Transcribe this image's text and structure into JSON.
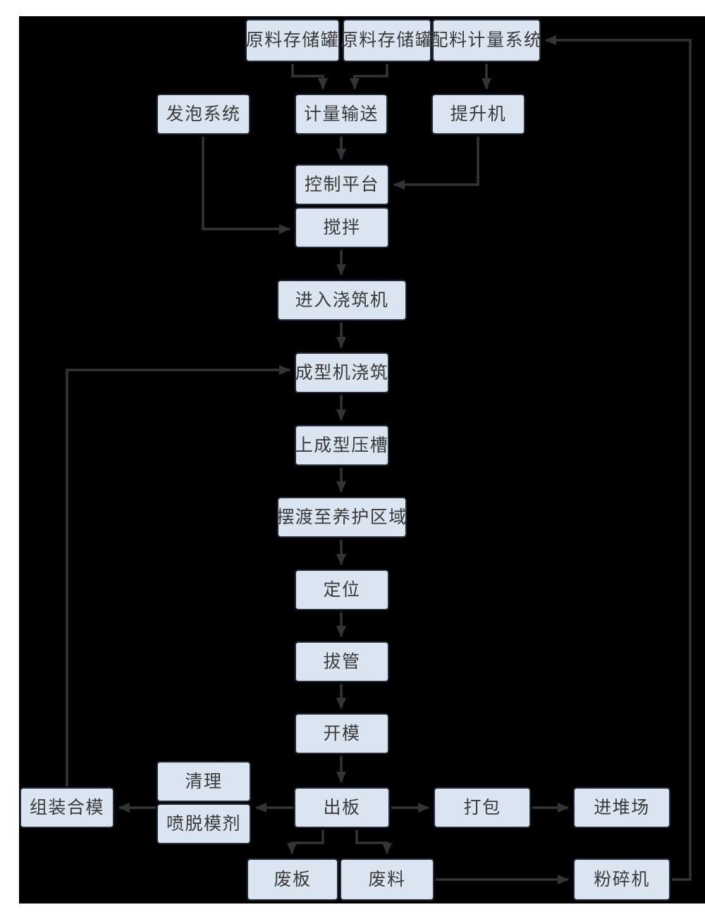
{
  "diagram": {
    "background_color": "#000000",
    "page_color": "#ffffff",
    "node_fill_color": "#dbe5f1",
    "node_border_color": "#242b38",
    "node_text_color": "#3a3a3a",
    "arrow_color": "#323538",
    "nodes": [
      {
        "id": "tank-1",
        "label": "原料存储罐"
      },
      {
        "id": "tank-2",
        "label": "原料存储罐"
      },
      {
        "id": "batching-system",
        "label": "配料计量系统"
      },
      {
        "id": "foaming-system",
        "label": "发泡系统"
      },
      {
        "id": "metering-conveyor",
        "label": "计量输送"
      },
      {
        "id": "hoist",
        "label": "提升机"
      },
      {
        "id": "control-platform",
        "label": "控制平台"
      },
      {
        "id": "mixing",
        "label": "搅拌"
      },
      {
        "id": "enter-pouring-machine",
        "label": "进入浇筑机"
      },
      {
        "id": "forming-machine-pouring",
        "label": "成型机浇筑"
      },
      {
        "id": "forming-press-groove",
        "label": "上成型压槽"
      },
      {
        "id": "ferry-to-curing-area",
        "label": "摆渡至养护区域"
      },
      {
        "id": "positioning",
        "label": "定位"
      },
      {
        "id": "tube-pulling",
        "label": "拔管"
      },
      {
        "id": "mold-opening",
        "label": "开模"
      },
      {
        "id": "cleaning",
        "label": "清理"
      },
      {
        "id": "spray-release-agent",
        "label": "喷脱模剂"
      },
      {
        "id": "assemble-close-mold",
        "label": "组装合模"
      },
      {
        "id": "board-output",
        "label": "出板"
      },
      {
        "id": "packing",
        "label": "打包"
      },
      {
        "id": "stacking-yard",
        "label": "进堆场"
      },
      {
        "id": "waste-board",
        "label": "废板"
      },
      {
        "id": "waste-material",
        "label": "废料"
      },
      {
        "id": "crusher",
        "label": "粉碎机"
      }
    ],
    "edges": [
      {
        "from": "tank-1",
        "to": "metering-conveyor"
      },
      {
        "from": "tank-2",
        "to": "metering-conveyor"
      },
      {
        "from": "batching-system",
        "to": "hoist"
      },
      {
        "from": "metering-conveyor",
        "to": "control-platform"
      },
      {
        "from": "hoist",
        "to": "control-platform"
      },
      {
        "from": "foaming-system",
        "to": "mixing"
      },
      {
        "from": "mixing",
        "to": "enter-pouring-machine"
      },
      {
        "from": "enter-pouring-machine",
        "to": "forming-machine-pouring"
      },
      {
        "from": "forming-machine-pouring",
        "to": "forming-press-groove"
      },
      {
        "from": "forming-press-groove",
        "to": "ferry-to-curing-area"
      },
      {
        "from": "ferry-to-curing-area",
        "to": "positioning"
      },
      {
        "from": "positioning",
        "to": "tube-pulling"
      },
      {
        "from": "tube-pulling",
        "to": "mold-opening"
      },
      {
        "from": "mold-opening",
        "to": "board-output"
      },
      {
        "from": "board-output",
        "to": "packing"
      },
      {
        "from": "packing",
        "to": "stacking-yard"
      },
      {
        "from": "board-output",
        "to": "cleaning-release-stack"
      },
      {
        "from": "cleaning-release-stack",
        "to": "assemble-close-mold"
      },
      {
        "from": "assemble-close-mold",
        "to": "forming-machine-pouring"
      },
      {
        "from": "board-output",
        "to": "waste-board"
      },
      {
        "from": "board-output",
        "to": "waste-material"
      },
      {
        "from": "waste-material",
        "to": "crusher"
      },
      {
        "from": "crusher",
        "to": "batching-system"
      }
    ]
  }
}
